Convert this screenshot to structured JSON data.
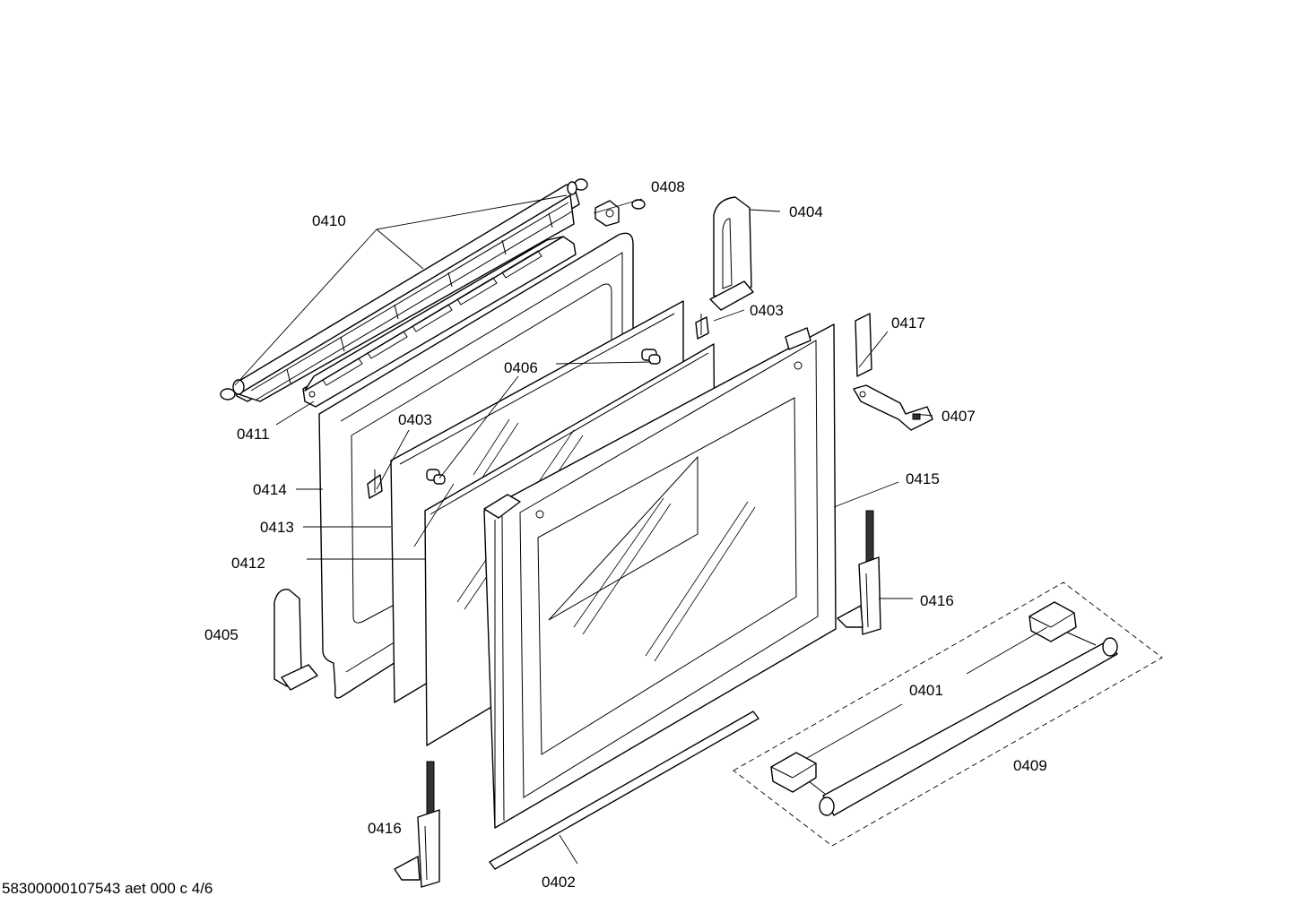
{
  "diagram": {
    "footer": "58300000107543 aet 000 c 4/6",
    "labels": {
      "p0401": "0401",
      "p0402": "0402",
      "p0403a": "0403",
      "p0403b": "0403",
      "p0404": "0404",
      "p0405": "0405",
      "p0406": "0406",
      "p0407": "0407",
      "p0408": "0408",
      "p0409": "0409",
      "p0410": "0410",
      "p0411": "0411",
      "p0412": "0412",
      "p0413": "0413",
      "p0414": "0414",
      "p0415": "0415",
      "p0416a": "0416",
      "p0416b": "0416",
      "p0417": "0417"
    }
  }
}
